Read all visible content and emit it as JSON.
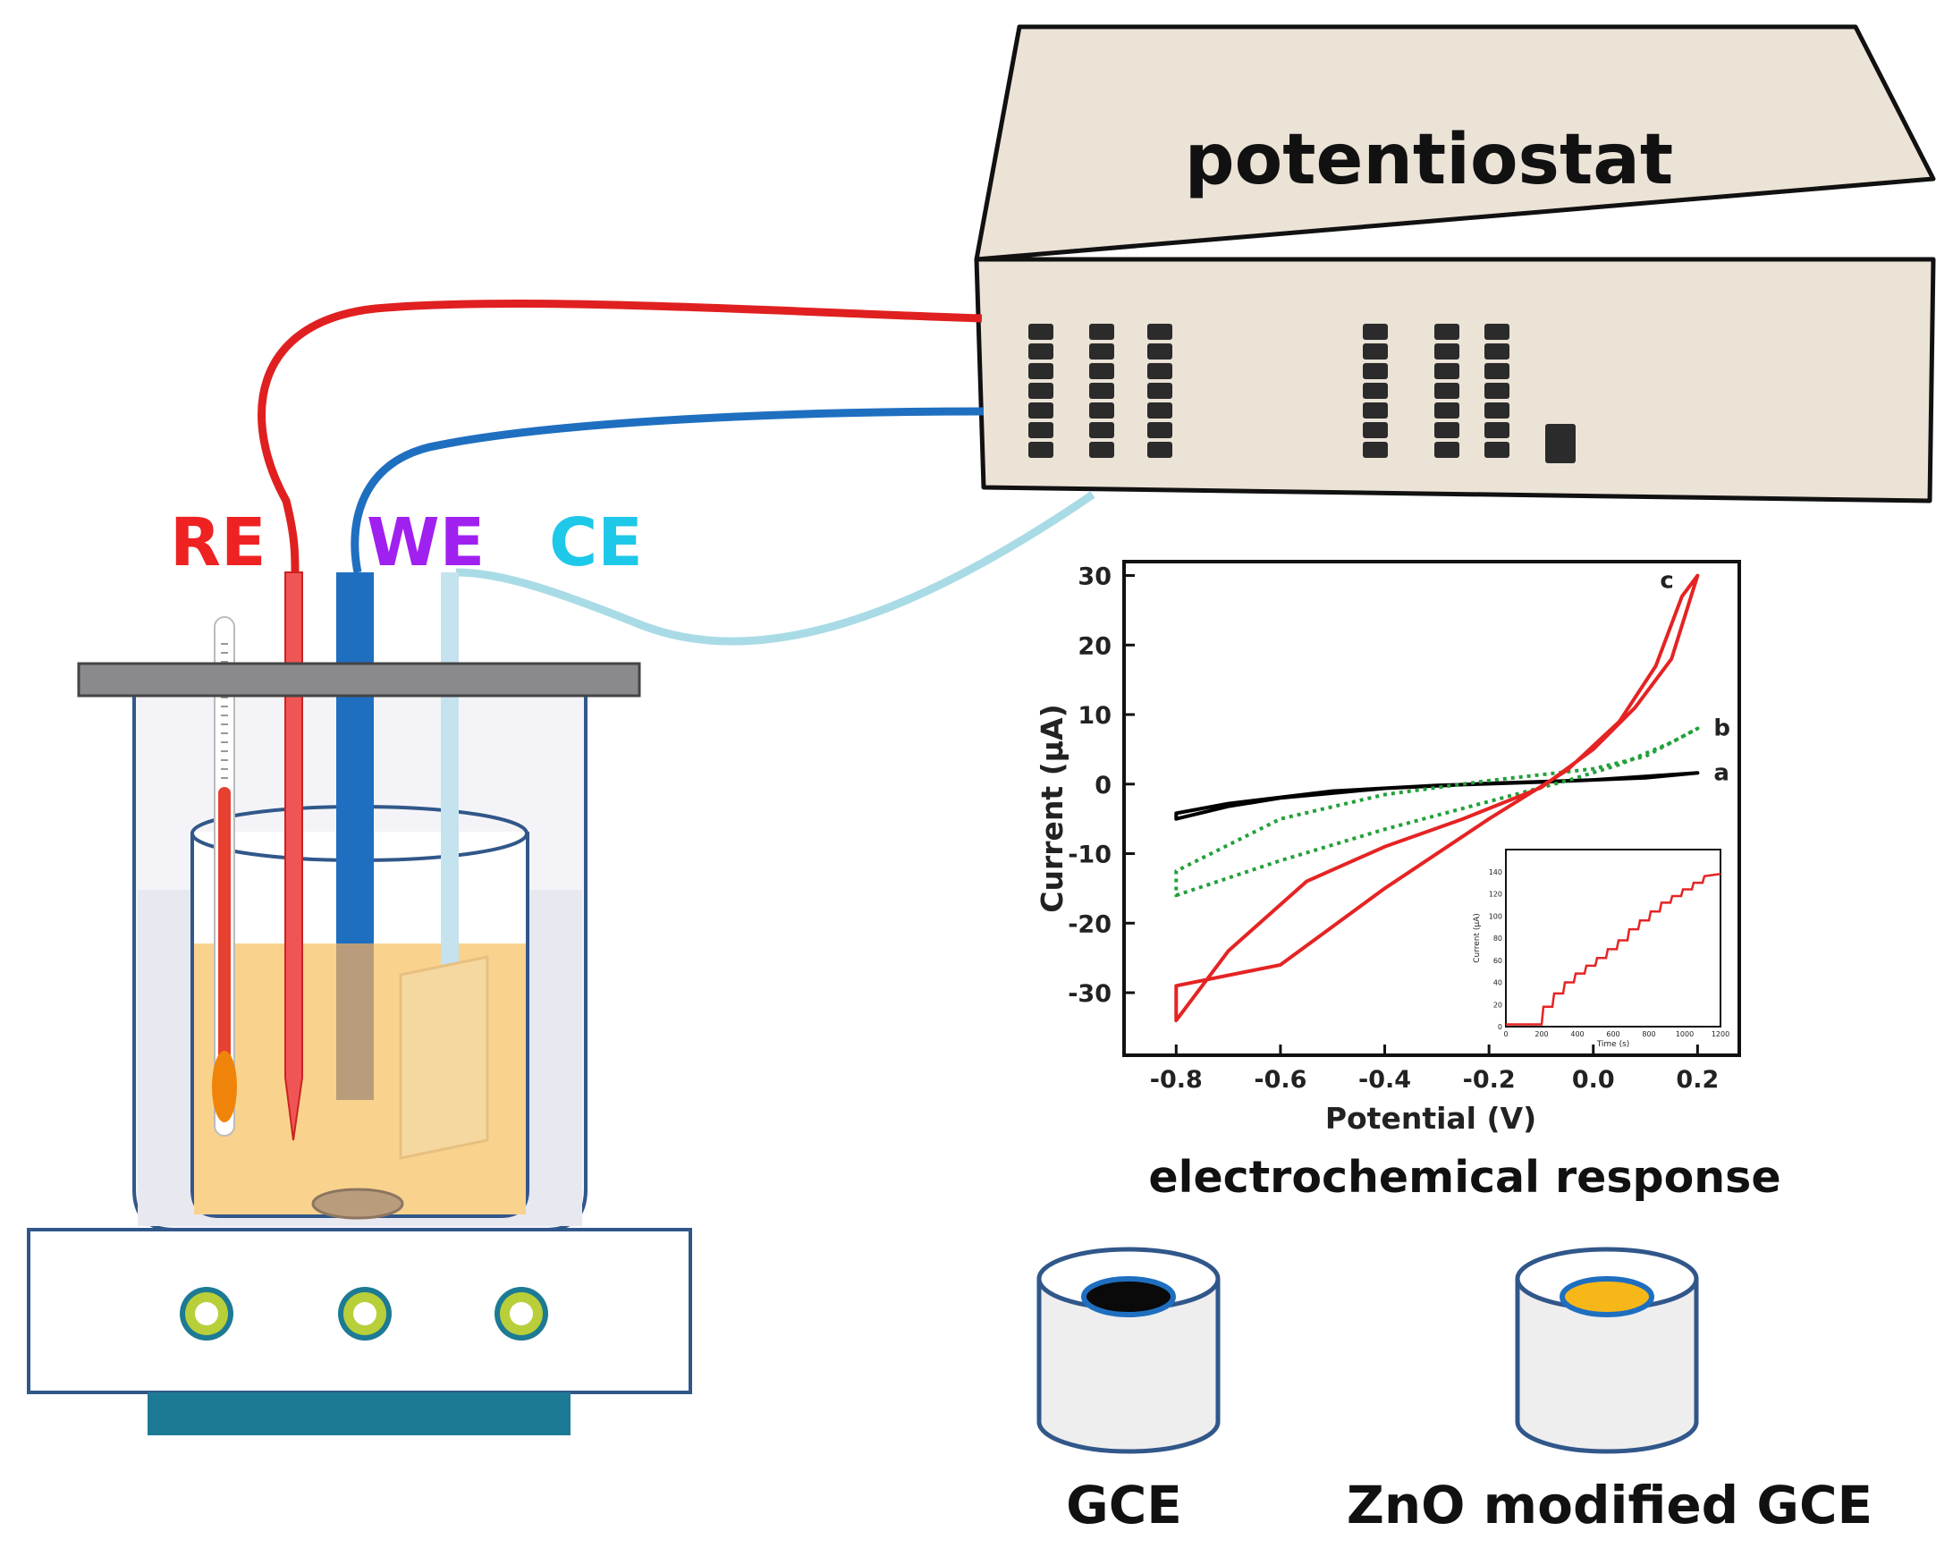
{
  "device": {
    "label": "potentiostat"
  },
  "electrodes": {
    "re": {
      "label": "RE",
      "color": "#ee2222"
    },
    "we": {
      "label": "WE",
      "color": "#a020f0"
    },
    "ce": {
      "label": "CE",
      "color": "#1ec8e8"
    }
  },
  "wires": {
    "red": "#e02020",
    "blue": "#1f6fc0",
    "light_blue": "#a8dbe6"
  },
  "colors": {
    "solution": "#f9d38d",
    "box": "#ece3d7",
    "hotplate_base": "#1d7a94",
    "modified_surface": "#f8b719",
    "bare_surface": "#0a0a0a"
  },
  "response_caption": "electrochemical response",
  "electrode_types": [
    {
      "label": "GCE"
    },
    {
      "label": "ZnO modified GCE"
    }
  ],
  "chart_data": {
    "type": "line",
    "xlabel": "Potential (V)",
    "ylabel": "Current (μA)",
    "xlim": [
      -0.9,
      0.28
    ],
    "ylim": [
      -39,
      32
    ],
    "xticks": [
      "-0.8",
      "-0.6",
      "-0.4",
      "-0.2",
      "0.0",
      "0.2"
    ],
    "xtick_values": [
      -0.8,
      -0.6,
      -0.4,
      -0.2,
      0.0,
      0.2
    ],
    "yticks": [
      "30",
      "20",
      "10",
      "0",
      "-10",
      "-20",
      "-30"
    ],
    "ytick_values": [
      30,
      20,
      10,
      0,
      -10,
      -20,
      -30
    ],
    "series": [
      {
        "name": "a",
        "color": "#000000",
        "style": "solid",
        "x": [
          -0.8,
          -0.7,
          -0.6,
          -0.4,
          -0.2,
          0.0,
          0.2,
          0.1,
          -0.1,
          -0.3,
          -0.5,
          -0.7,
          -0.8
        ],
        "y": [
          -5.0,
          -3.2,
          -2.0,
          -0.6,
          0.1,
          0.6,
          1.6,
          0.9,
          0.3,
          -0.2,
          -1.0,
          -2.8,
          -4.2
        ]
      },
      {
        "name": "b",
        "color": "#22a03a",
        "style": "dotted",
        "x": [
          -0.8,
          -0.6,
          -0.4,
          -0.2,
          -0.05,
          0.05,
          0.15,
          0.2,
          0.1,
          0.0,
          -0.2,
          -0.4,
          -0.6,
          -0.8
        ],
        "y": [
          -16.0,
          -11.0,
          -6.5,
          -2.5,
          0.5,
          2.8,
          6.0,
          8.0,
          4.0,
          2.2,
          0.5,
          -1.5,
          -5.0,
          -12.5
        ]
      },
      {
        "name": "c",
        "color": "#e52323",
        "style": "solid",
        "x": [
          -0.8,
          -0.7,
          -0.55,
          -0.4,
          -0.25,
          -0.1,
          0.0,
          0.08,
          0.15,
          0.2,
          0.17,
          0.12,
          0.05,
          -0.05,
          -0.2,
          -0.4,
          -0.6,
          -0.8
        ],
        "y": [
          -34.0,
          -24.0,
          -14.0,
          -9.0,
          -5.0,
          -0.5,
          5.0,
          11.0,
          18.0,
          30.0,
          27.0,
          17.0,
          9.0,
          2.0,
          -5.0,
          -15.0,
          -26.0,
          -29.0
        ]
      }
    ],
    "inset": {
      "type": "line",
      "xlabel": "Time (s)",
      "ylabel": "Current (μA)",
      "xlim": [
        0,
        1200
      ],
      "ylim": [
        0,
        160
      ],
      "xticks": [
        "0",
        "200",
        "400",
        "600",
        "800",
        "1000",
        "1200"
      ],
      "xtick_values": [
        0,
        200,
        400,
        600,
        800,
        1000,
        1200
      ],
      "yticks": [
        "0",
        "20",
        "40",
        "60",
        "80",
        "100",
        "120",
        "140"
      ],
      "ytick_values": [
        0,
        20,
        40,
        60,
        80,
        100,
        120,
        140
      ],
      "series": [
        {
          "color": "#e52323",
          "x": [
            0,
            200,
            210,
            260,
            270,
            320,
            330,
            380,
            390,
            440,
            450,
            500,
            510,
            560,
            570,
            620,
            630,
            680,
            690,
            740,
            750,
            800,
            810,
            860,
            870,
            920,
            930,
            980,
            990,
            1040,
            1050,
            1100,
            1110,
            1200
          ],
          "y": [
            2,
            2,
            18,
            18,
            30,
            30,
            40,
            40,
            48,
            48,
            55,
            55,
            62,
            62,
            70,
            70,
            78,
            78,
            88,
            88,
            96,
            96,
            104,
            104,
            112,
            112,
            118,
            118,
            124,
            124,
            130,
            130,
            136,
            138
          ]
        }
      ]
    }
  }
}
